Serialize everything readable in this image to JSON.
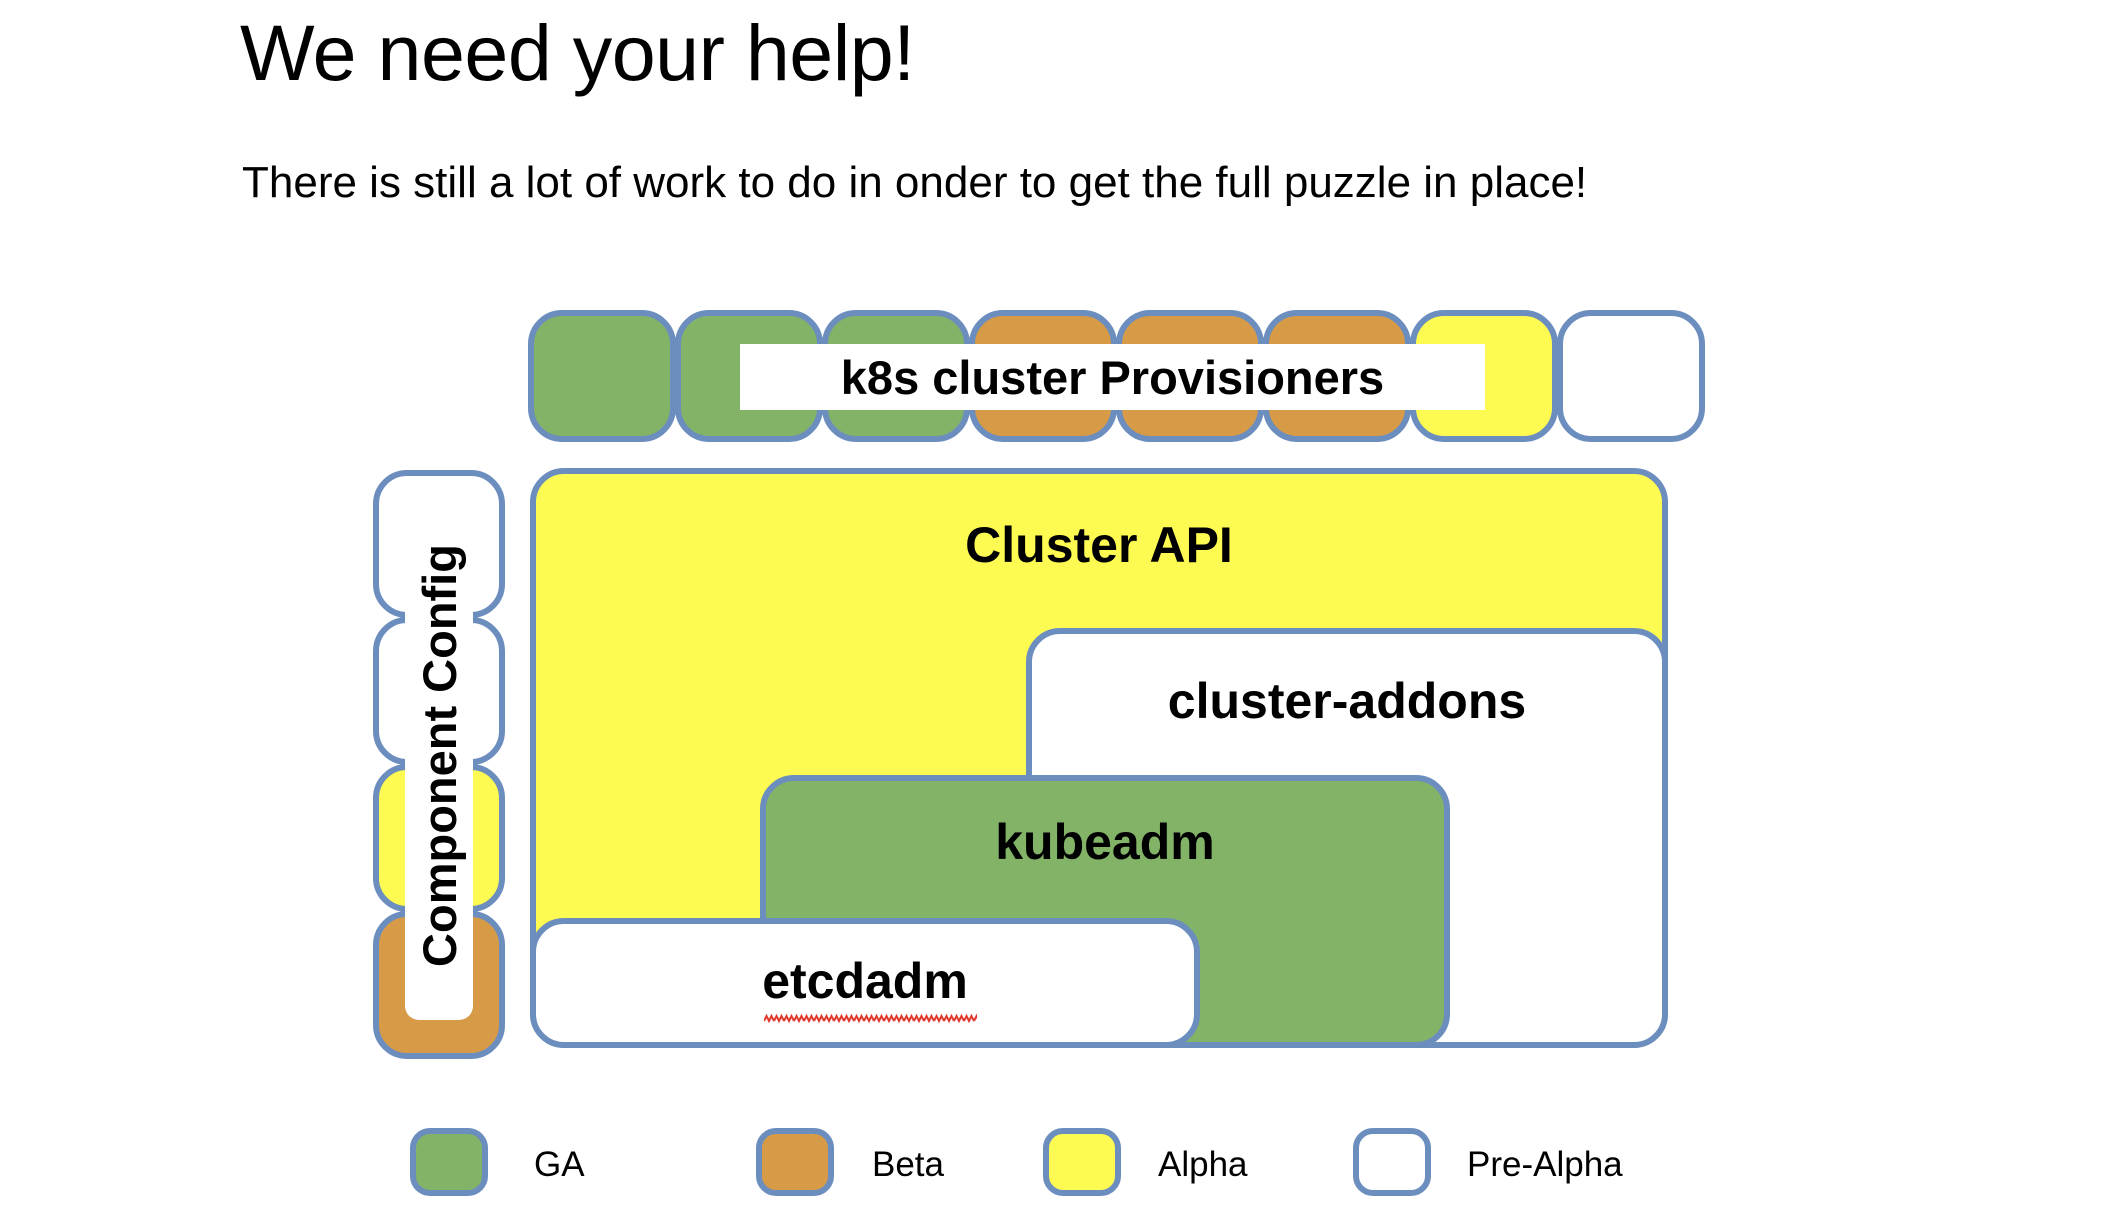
{
  "slide": {
    "title": "We need your help!",
    "subtitle": "There is still a lot of work to do in onder to get the full puzzle in place!"
  },
  "colors": {
    "ga_green": "#82b366",
    "beta_orange": "#d79b47",
    "alpha_yellow": "#fdfb51",
    "pre_alpha_white": "#ffffff",
    "border_blue": "#6c8ebf",
    "spellcheck_red": "#e03a2f"
  },
  "provisioners": {
    "label": "k8s cluster Provisioners",
    "tiles": [
      {
        "status": "GA",
        "color": "#82b366"
      },
      {
        "status": "GA",
        "color": "#82b366"
      },
      {
        "status": "GA",
        "color": "#82b366"
      },
      {
        "status": "Beta",
        "color": "#d79b47"
      },
      {
        "status": "Beta",
        "color": "#d79b47"
      },
      {
        "status": "Beta",
        "color": "#d79b47"
      },
      {
        "status": "Alpha",
        "color": "#fdfb51"
      },
      {
        "status": "Pre-Alpha",
        "color": "#ffffff"
      }
    ]
  },
  "component_config": {
    "label": "Component Config",
    "tiles": [
      {
        "status": "Pre-Alpha",
        "color": "#ffffff"
      },
      {
        "status": "Pre-Alpha",
        "color": "#ffffff"
      },
      {
        "status": "Alpha",
        "color": "#fdfb51"
      },
      {
        "status": "Beta",
        "color": "#d79b47"
      }
    ]
  },
  "stack": {
    "cluster_api": {
      "label": "Cluster API",
      "status": "Alpha"
    },
    "cluster_addons": {
      "label": "cluster-addons",
      "status": "Pre-Alpha"
    },
    "kubeadm": {
      "label": "kubeadm",
      "status": "GA"
    },
    "etcdadm": {
      "label": "etcdadm",
      "status": "Pre-Alpha",
      "misspelled": true
    }
  },
  "legend": {
    "items": [
      {
        "label": "GA",
        "color": "#82b366"
      },
      {
        "label": "Beta",
        "color": "#d79b47"
      },
      {
        "label": "Alpha",
        "color": "#fdfb51"
      },
      {
        "label": "Pre-Alpha",
        "color": "#ffffff"
      }
    ]
  }
}
